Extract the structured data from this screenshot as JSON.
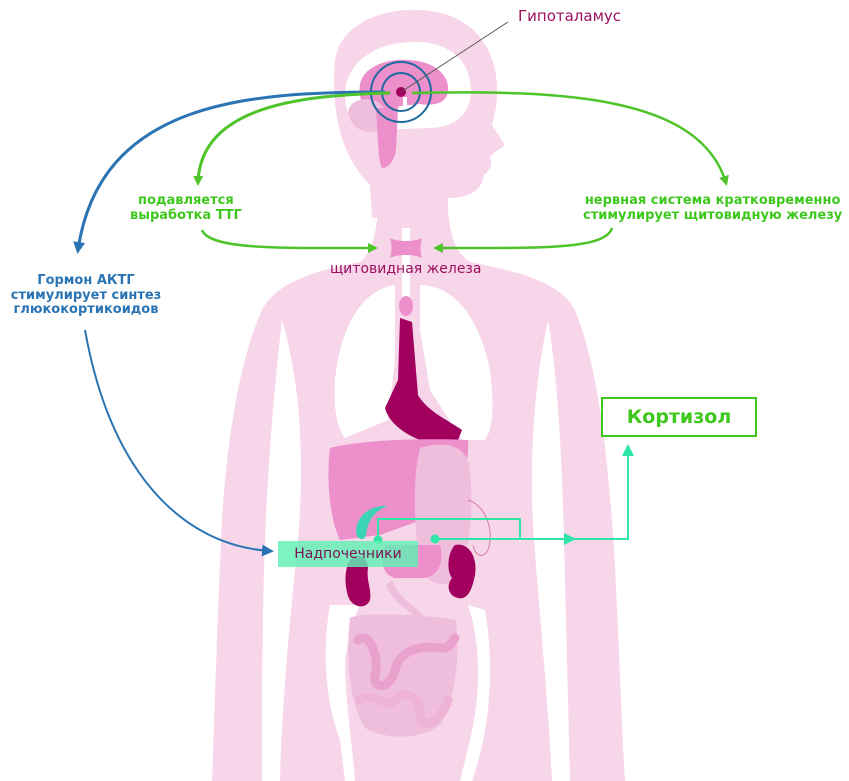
{
  "diagram": {
    "title": "Hypothalamus – thyroid – adrenal stress response",
    "labels": {
      "hypothalamus": "Гипоталамус",
      "tsh_suppressed_line1": "подавляется",
      "tsh_suppressed_line2": "выработка ТТГ",
      "nervous_system_line1": "нервная система кратковременно",
      "nervous_system_line2": "стимулирует щитовидную железу",
      "acth_line1": "Гормон АКТГ",
      "acth_line2": "стимулирует синтез",
      "acth_line3": "глюкокортикоидов",
      "thyroid": "щитовидная железа",
      "adrenals": "Надпочечники",
      "cortisol": "Кортизол"
    },
    "colors": {
      "body": "#f7d6ea",
      "organ_light": "#f0bedd",
      "organ_mid": "#ec8fca",
      "organ_dark": "#a1005e",
      "green_arrow": "#4ec42a",
      "blue_arrow": "#2a74b4",
      "teal_line": "#2fe6a6",
      "label_purple": "#9c1062",
      "label_green": "#3ec81e"
    },
    "connections": [
      {
        "from": "hypothalamus",
        "to": "acth_label",
        "color": "blue"
      },
      {
        "from": "hypothalamus",
        "to": "tsh_label",
        "color": "green"
      },
      {
        "from": "hypothalamus",
        "to": "nervous_system_label",
        "color": "green"
      },
      {
        "from": "tsh_label",
        "to": "thyroid",
        "color": "green"
      },
      {
        "from": "nervous_system_label",
        "to": "thyroid",
        "color": "green"
      },
      {
        "from": "acth_label",
        "to": "adrenals",
        "color": "blue"
      },
      {
        "from": "adrenals",
        "to": "cortisol",
        "color": "teal"
      }
    ]
  }
}
